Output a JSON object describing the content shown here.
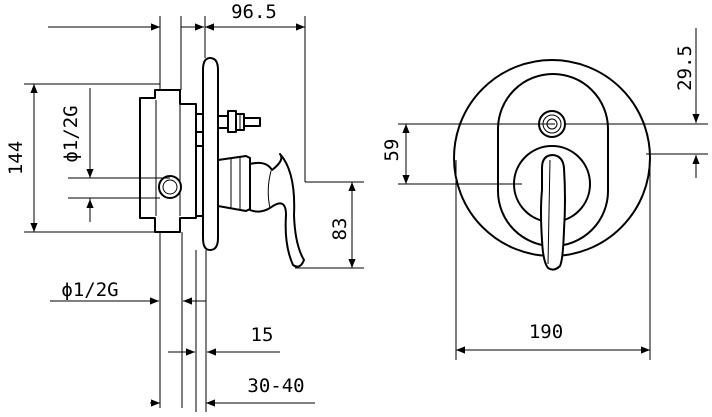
{
  "dimensions": {
    "overall_depth": "96.5",
    "body_height": "144",
    "upper_inlet": "ϕ1/2G",
    "lower_inlet": "ϕ1/2G",
    "handle_height": "83",
    "plate_offset": "15",
    "wall_depth_range": "30-40",
    "plate_diameter": "190",
    "knob_to_handle": "59",
    "knob_offset": "29.5"
  }
}
